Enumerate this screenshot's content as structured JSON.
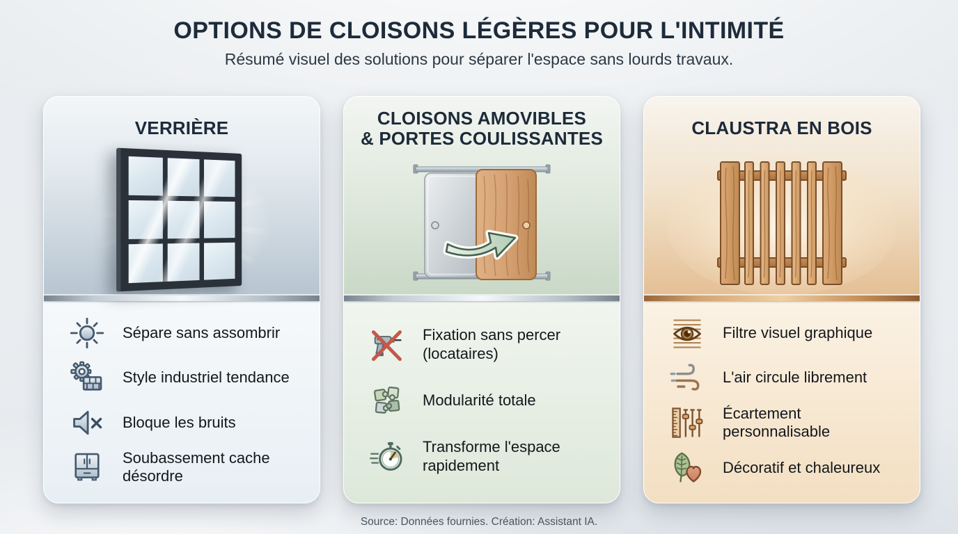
{
  "header": {
    "title": "OPTIONS DE CLOISONS LÉGÈRES POUR L'INTIMITÉ",
    "subtitle": "Résumé visuel des solutions pour séparer l'espace sans lourds travaux."
  },
  "cards": [
    {
      "title_lines": [
        "VERRIÈRE"
      ],
      "illustration": "glass-window",
      "items": [
        {
          "icon": "sun-icon",
          "label": "Sépare sans assombrir"
        },
        {
          "icon": "gear-brick-icon",
          "label": "Style industriel tendance"
        },
        {
          "icon": "speaker-mute-icon",
          "label": "Bloque les bruits"
        },
        {
          "icon": "cabinet-icon",
          "label": "Soubassement cache désordre"
        }
      ]
    },
    {
      "title_lines": [
        "CLOISONS AMOVIBLES",
        "& PORTES COULISSANTES"
      ],
      "illustration": "sliding-door",
      "items": [
        {
          "icon": "no-drill-icon",
          "label": "Fixation sans percer (locataires)"
        },
        {
          "icon": "puzzle-icon",
          "label": "Modularité totale"
        },
        {
          "icon": "stopwatch-icon",
          "label": "Transforme l'espace rapidement"
        }
      ]
    },
    {
      "title_lines": [
        "CLAUSTRA EN BOIS"
      ],
      "illustration": "wood-claustra",
      "items": [
        {
          "icon": "eye-blinds-icon",
          "label": "Filtre visuel graphique"
        },
        {
          "icon": "wind-icon",
          "label": "L'air circule librement"
        },
        {
          "icon": "ruler-sliders-icon",
          "label": "Écartement personnalisable"
        },
        {
          "icon": "leaf-heart-icon",
          "label": "Décoratif et chaleureux"
        }
      ]
    }
  ],
  "footer": {
    "source": "Source: Données fournies. Création: Assistant IA."
  },
  "colors": {
    "title_navy": "#1d2b3a",
    "body_text": "#14171b",
    "silver_bar": "#c2ccd4",
    "copper_bar": "#c6905a",
    "blue_card_tint": "#b7c5d1",
    "green_card_tint": "#c9d8c7",
    "wood_card_tint": "#e4bf95",
    "red_cross": "#c4584a"
  }
}
